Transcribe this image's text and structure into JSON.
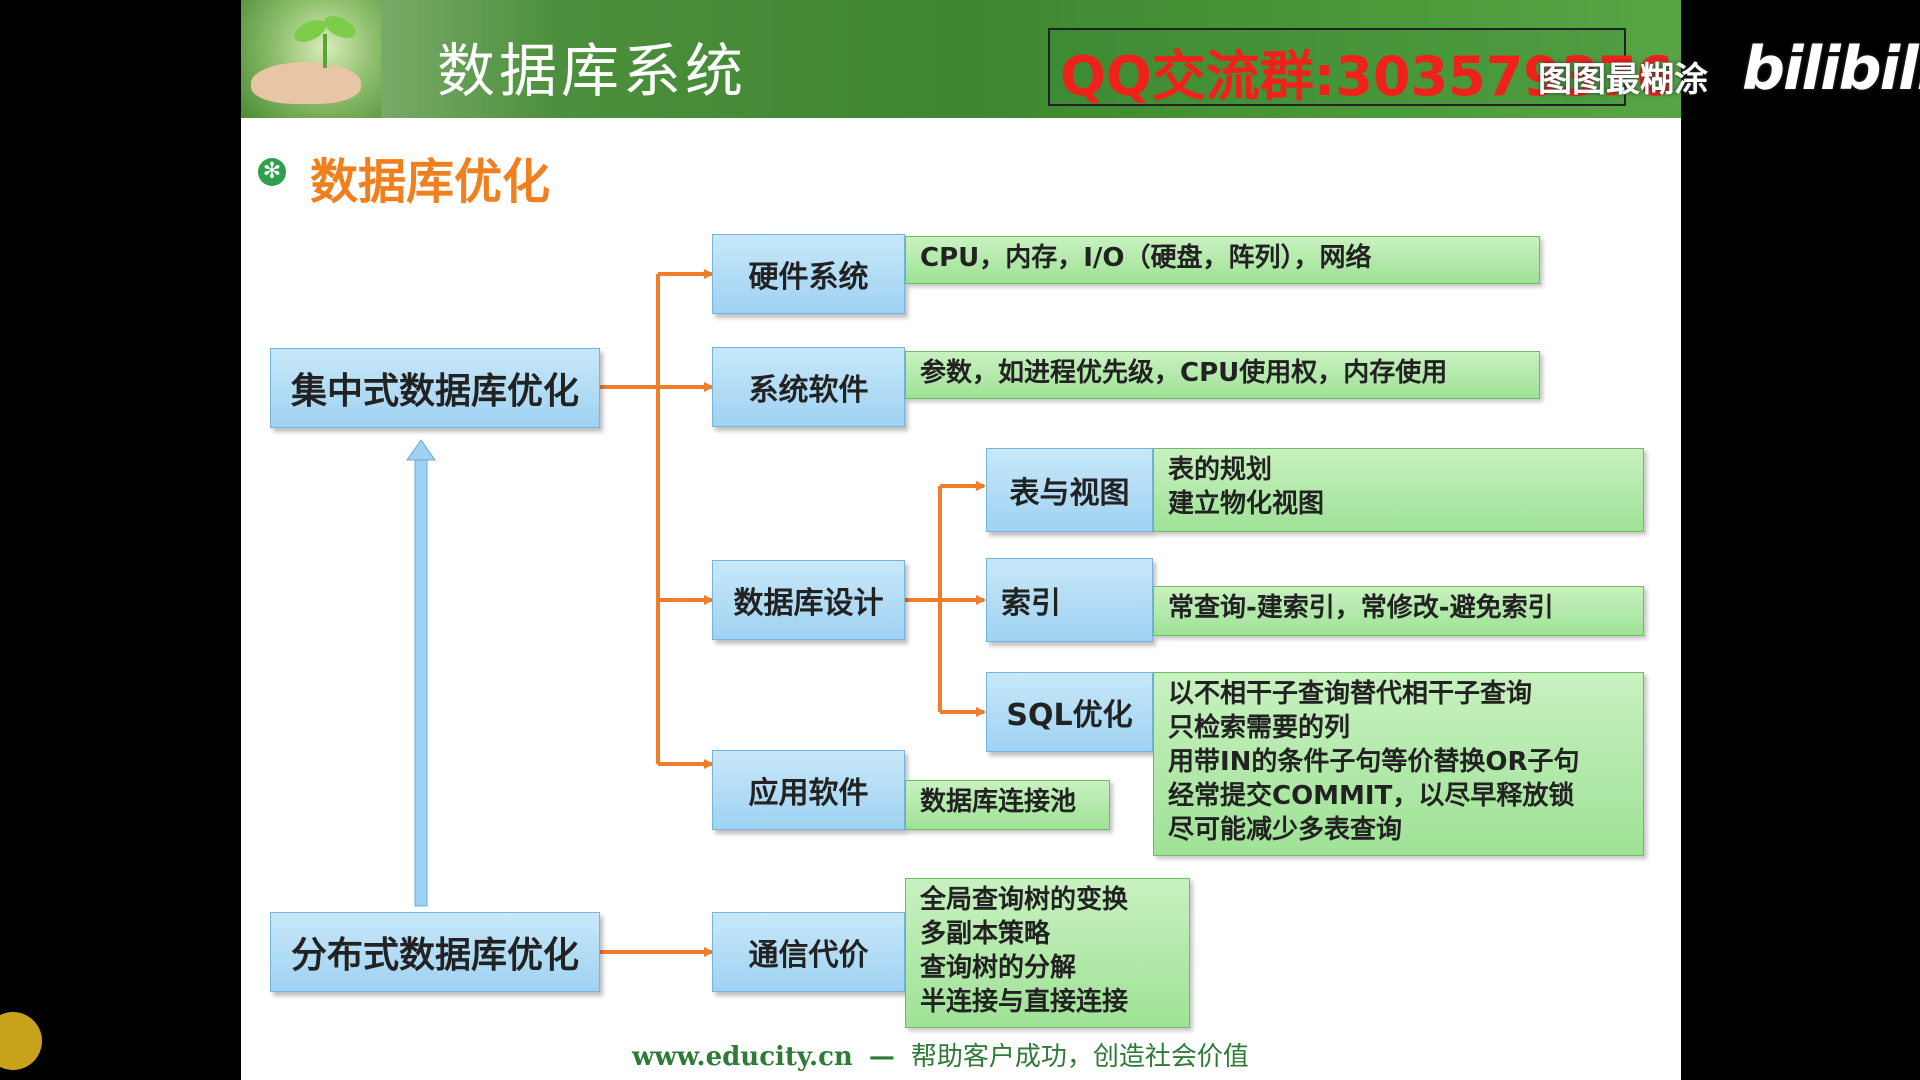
{
  "banner": {
    "title": "数据库系统",
    "qq_text": "QQ交流群:303579376",
    "watermark": "图图最糊涂",
    "logo_text": "bilibili"
  },
  "section": {
    "title": "数据库优化"
  },
  "root_nodes": {
    "centralized": "集中式数据库优化",
    "distributed": "分布式数据库优化"
  },
  "branches": {
    "hardware": {
      "label": "硬件系统",
      "details": [
        "CPU，内存，I/O（硬盘，阵列），网络"
      ]
    },
    "system_software": {
      "label": "系统软件",
      "details": [
        "参数，如进程优先级，CPU使用权，内存使用"
      ]
    },
    "db_design": {
      "label": "数据库设计",
      "children": {
        "tables": {
          "label": "表与视图",
          "details": [
            "表的规划",
            "建立物化视图"
          ]
        },
        "index": {
          "label": "索引",
          "details": [
            "常查询-建索引，常修改-避免索引"
          ]
        },
        "sql": {
          "label": "SQL优化",
          "details": [
            "以不相干子查询替代相干子查询",
            "只检索需要的列",
            "用带IN的条件子句等价替换OR子句",
            "经常提交COMMIT，以尽早释放锁",
            "尽可能减少多表查询"
          ]
        }
      }
    },
    "app_software": {
      "label": "应用软件",
      "details": [
        "数据库连接池"
      ]
    },
    "communication": {
      "label": "通信代价",
      "details": [
        "全局查询树的变换",
        "多副本策略",
        "查询树的分解",
        "半连接与直接连接"
      ]
    }
  },
  "footer": {
    "url": "www.educity.cn",
    "separator": "—",
    "slogan": "帮助客户成功，创造社会价值"
  },
  "colors": {
    "arrow_orange": "#f07d2a",
    "node_blue": "#9fd2f2",
    "leaf_green": "#a8e69f",
    "title_orange": "#f07f1e",
    "qq_red": "#f0201a"
  }
}
